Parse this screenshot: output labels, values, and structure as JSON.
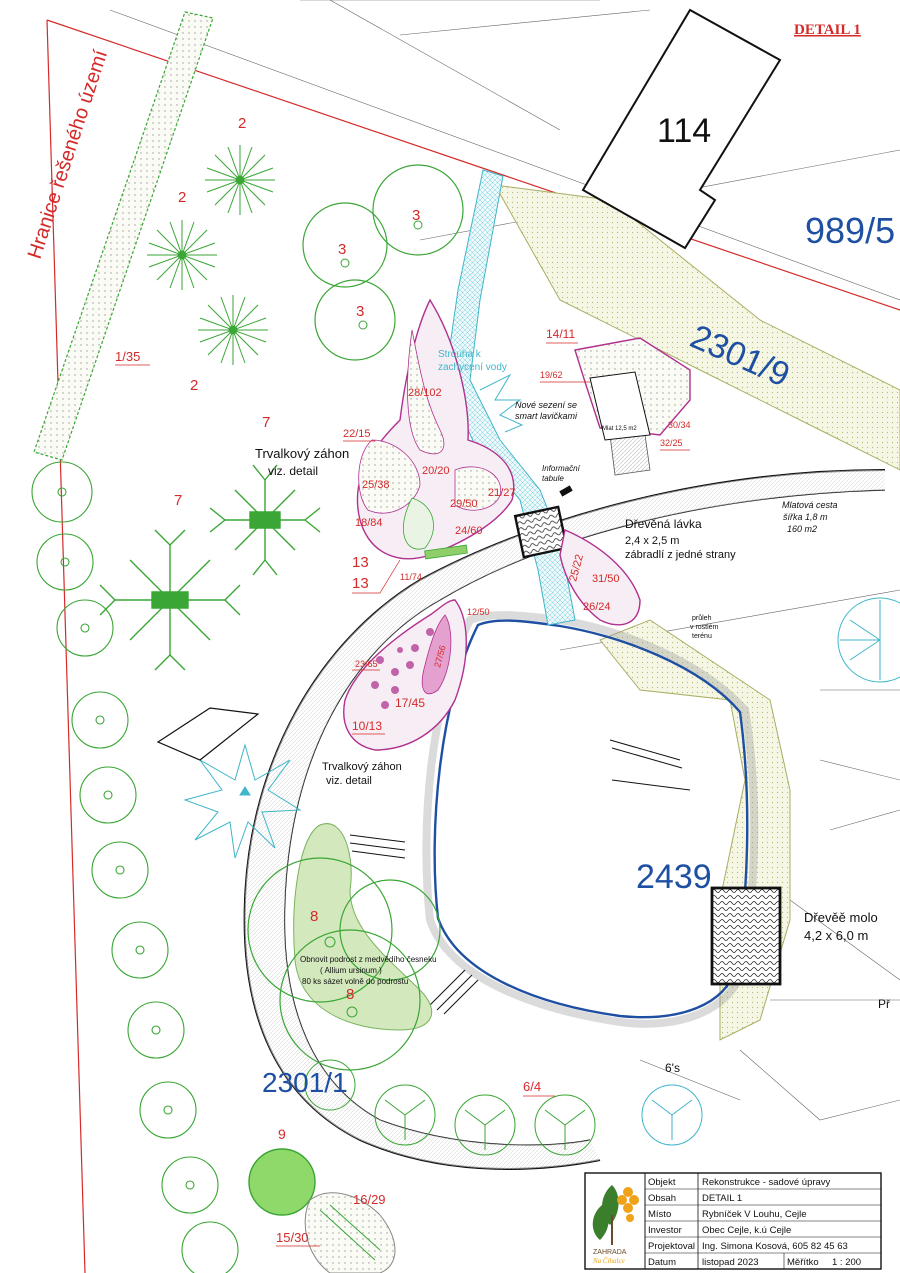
{
  "header": {
    "detail_title": "DETAIL 1"
  },
  "boundary": {
    "label": "Hranice řešeného území"
  },
  "parcels": {
    "p114": "114",
    "p989": "989/5",
    "p2301_9": "2301/9",
    "p2439": "2439",
    "p2301_1": "2301/1"
  },
  "plant_codes": {
    "c2a": "2",
    "c2b": "2",
    "c2c": "2",
    "c3a": "3",
    "c3b": "3",
    "c3c": "3",
    "c7a": "7",
    "c7b": "7",
    "c1_35": "1/35",
    "c14_11": "14/11",
    "c19_62": "19/62",
    "c30_34": "30/34",
    "c32_25": "32/25",
    "c22_15": "22/15",
    "c28_102": "28/102",
    "c20_20": "20/20",
    "c25_38": "25/38",
    "c29_50": "29/50",
    "c21_27": "21/27",
    "c18_84": "18/84",
    "c24_60": "24/60",
    "c13a": "13",
    "c13b": "13",
    "c11_74": "11/74",
    "c25_22": "25/22",
    "c31_50": "31/50",
    "c26_24": "26/24",
    "c12_50": "12/50",
    "c27_56": "27/56",
    "c23_65": "23/65",
    "c17_45": "17/45",
    "c10_13": "10/13",
    "c8a": "8",
    "c8b": "8",
    "c6_4": "6/4",
    "c9": "9",
    "c15_30": "15/30",
    "c16_29": "16/29"
  },
  "annotations": {
    "perennial_1_line1": "Trvalkový záhon",
    "perennial_1_line2": "viz. detail",
    "perennial_2_line1": "Trvalkový záhon",
    "perennial_2_line2": "viz. detail",
    "stream_line1": "Strouha k",
    "stream_line2": "zachycení vody",
    "new_seating_line1": "Nové sezení se",
    "new_seating_line2": "smart lavičkami",
    "area_label": "Mlat 12,5 m2",
    "info_board_line1": "Informační",
    "info_board_line2": "tabule",
    "bridge_line1": "Dřevěná lávka",
    "bridge_line2": "2,4 x 2,5 m",
    "bridge_line3": "zábradlí z jedné strany",
    "path_line1": "Mlatová cesta",
    "path_line2": "šířka 1,8 m",
    "path_line3": "160 m2",
    "passage_line1": "průleh",
    "passage_line2": "v rostlém",
    "passage_line3": "terénu",
    "pier_line1": "Dřevěě molo",
    "pier_line2": "4,2 x 6,0 m",
    "garlic_line1": "Obnovit podrost z medvědího česneku",
    "garlic_line2": "( Allium ursinum )",
    "garlic_line3": "80 ks sázet volně do podrostu",
    "label_6s": "6's",
    "label_pr": "Př"
  },
  "title_block": {
    "rows": [
      {
        "key": "Objekt",
        "value": "Rekonstrukce - sadové úpravy"
      },
      {
        "key": "Obsah",
        "value": "DETAIL 1"
      },
      {
        "key": "Místo",
        "value": "Rybníček V Louhu, Cejle"
      },
      {
        "key": "Investor",
        "value": "Obec Cejle, k.ú Cejle"
      },
      {
        "key": "Projektoval",
        "value": "Ing. Simona Kosová, 605 82 45 63"
      },
      {
        "key": "Datum",
        "value": "listopad 2023"
      }
    ],
    "scale_key": "Měřítko",
    "scale_value": "1 : 200",
    "logo_line1": "ZAHRADA",
    "logo_line2": "Na Čihalce"
  },
  "colors": {
    "red": "#d42a2a",
    "blue": "#1e4fa3",
    "green": "#3aa635",
    "magenta": "#b0318f",
    "cyan": "#3fb6c9",
    "olive": "#c8cf8a"
  }
}
